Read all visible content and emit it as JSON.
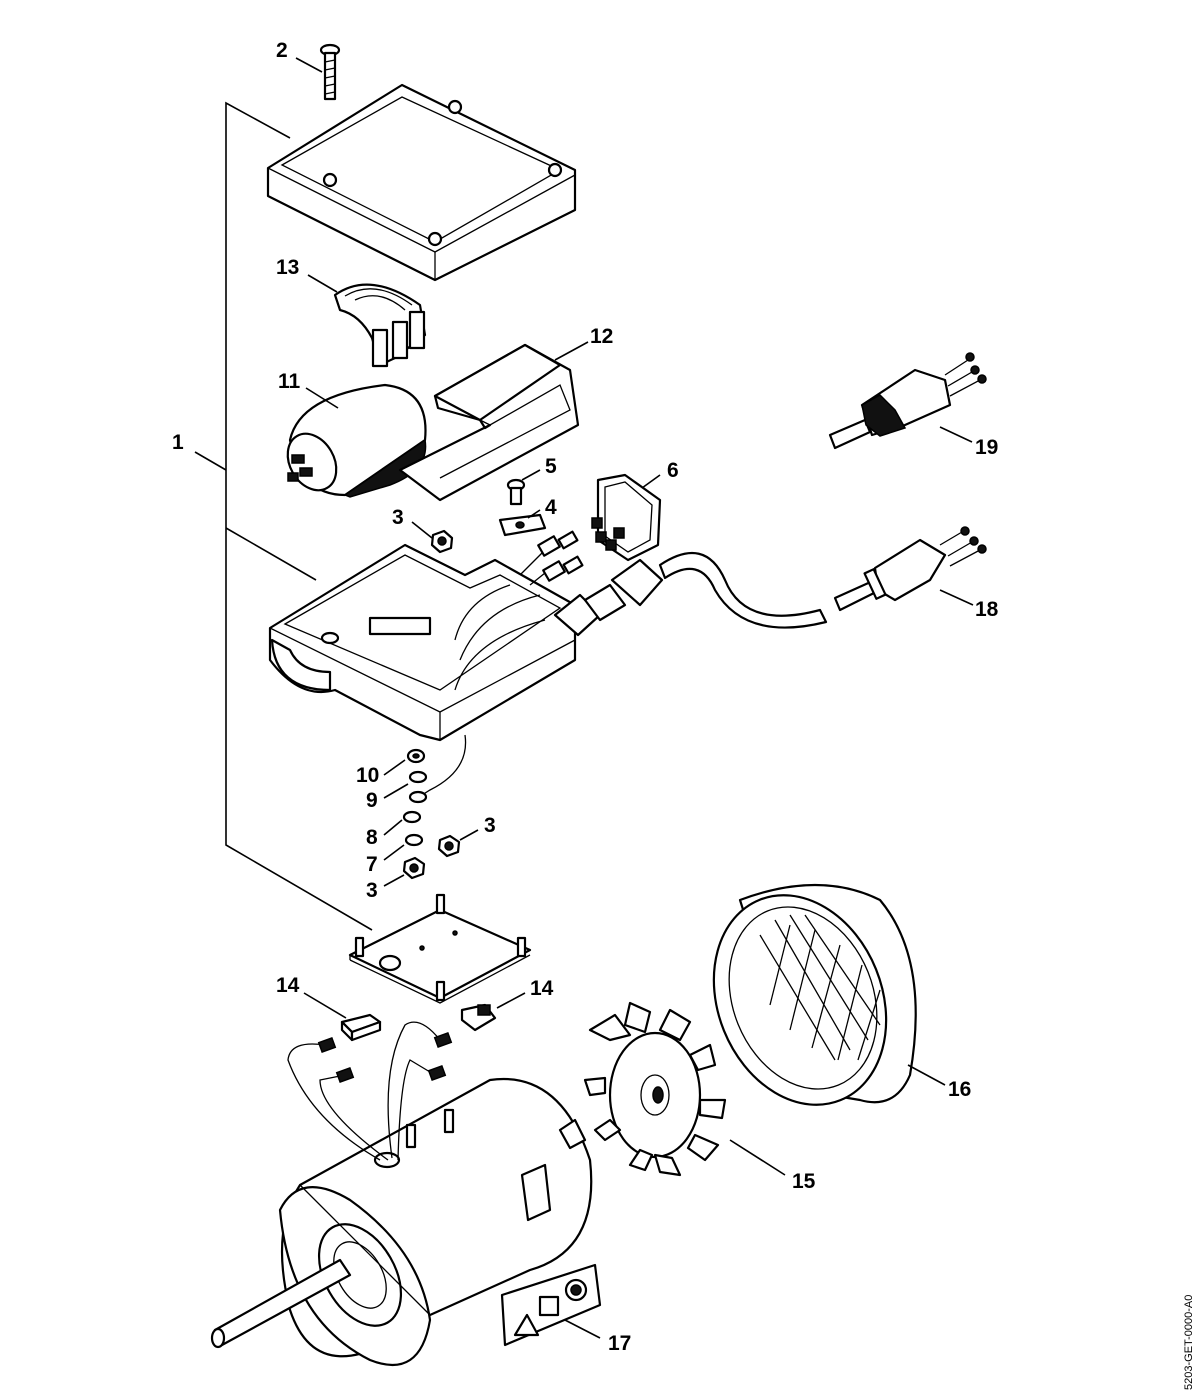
{
  "diagram": {
    "code": "5203-GET-0000-A0",
    "callouts": {
      "c1": "1",
      "c2": "2",
      "c3a": "3",
      "c3b": "3",
      "c3c": "3",
      "c4": "4",
      "c5": "5",
      "c6": "6",
      "c7": "7",
      "c8": "8",
      "c9": "9",
      "c10": "10",
      "c11": "11",
      "c12": "12",
      "c13": "13",
      "c14a": "14",
      "c14b": "14",
      "c15": "15",
      "c16": "16",
      "c17": "17",
      "c18": "18",
      "c19": "19"
    }
  }
}
